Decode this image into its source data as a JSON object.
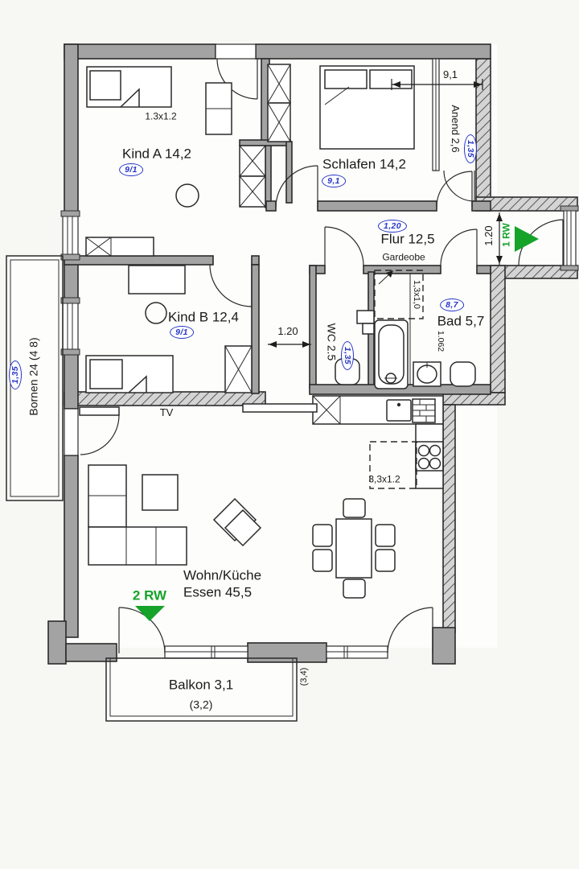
{
  "colors": {
    "accent_blue": "#2636c8",
    "accent_green": "#16a32a",
    "wall_gray": "#a3a3a3"
  },
  "rooms": {
    "kind_a": {
      "label": "Kind A 14,2",
      "badge": "9/1",
      "bed_dim": "1.3x1.2"
    },
    "schlafen": {
      "label": "Schlafen 14,2",
      "badge": "9,1"
    },
    "anend": {
      "label": "Anend 2,6",
      "badge": "1,35"
    },
    "flur": {
      "label": "Flur 12,5",
      "badge": "1,20",
      "garderobe": "Gardeobe",
      "wardrobe_dim": "1,3x1,0"
    },
    "wc": {
      "label": "WC 2.5",
      "badge": "1,35"
    },
    "bad": {
      "label": "Bad 5,7",
      "badge": "8,7",
      "fixture_dim": "1.062"
    },
    "kind_b": {
      "label": "Kind B 12,4",
      "badge": "9/1",
      "tv": "TV"
    },
    "wohn": {
      "label_line1": "Wohn/Küche",
      "label_line2": "Essen 45,5",
      "island_dim": "3,3x1.2"
    },
    "balkon": {
      "label": "Balkon 3,1",
      "sub_dim": "(3,2)",
      "side_dim": "(3,4)"
    },
    "bornen": {
      "label": "Bornen 24 (4 8)",
      "badge": "1,35"
    }
  },
  "dimensions": {
    "top_right": "9,1",
    "corridor": "1.20",
    "entry": "1.20"
  },
  "escape_routes": {
    "balcony": "2 RW",
    "entry": "1 RW"
  }
}
